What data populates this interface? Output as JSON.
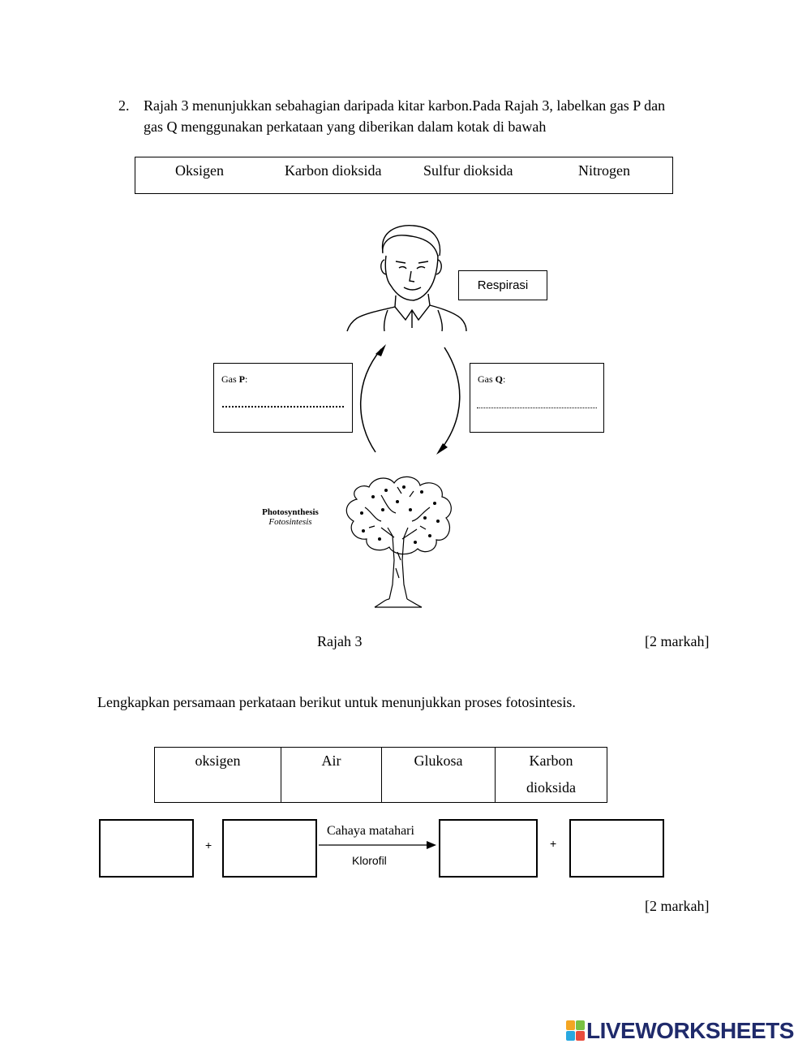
{
  "question": {
    "number": "2.",
    "line1": "Rajah 3 menunjukkan sebahagian daripada kitar karbon.Pada Rajah 3, labelkan gas P dan",
    "line2": "gas Q menggunakan perkataan yang diberikan dalam kotak di bawah"
  },
  "word_box": [
    "Oksigen",
    "Karbon dioksida",
    "Sulfur dioksida",
    "Nitrogen"
  ],
  "diagram": {
    "respiration_label": "Respirasi",
    "gas_p_prefix": "Gas ",
    "gas_p_letter": "P",
    "gas_q_prefix": "Gas ",
    "gas_q_letter": "Q",
    "colon": ":",
    "photosynthesis_en": "Photosynthesis",
    "photosynthesis_ms": "Fotosintesis",
    "caption": "Rajah 3"
  },
  "marks_1": "[2 markah]",
  "instruction": "Lengkapkan persamaan perkataan berikut untuk menunjukkan proses fotosintesis.",
  "word_table": [
    {
      "line1": "oksigen",
      "line2": ""
    },
    {
      "line1": "Air",
      "line2": ""
    },
    {
      "line1": "Glukosa",
      "line2": ""
    },
    {
      "line1": "Karbon",
      "line2": "dioksida"
    }
  ],
  "equation": {
    "plus": "+",
    "condition_top": "Cahaya matahari",
    "condition_bottom": "Klorofil"
  },
  "marks_2": "[2 markah]",
  "brand": "LIVEWORKSHEETS",
  "colors": {
    "brand_text": "#1f2a6b",
    "brand_logo": [
      "#f4a623",
      "#7ac143",
      "#29a8e0",
      "#e94b3c"
    ]
  }
}
